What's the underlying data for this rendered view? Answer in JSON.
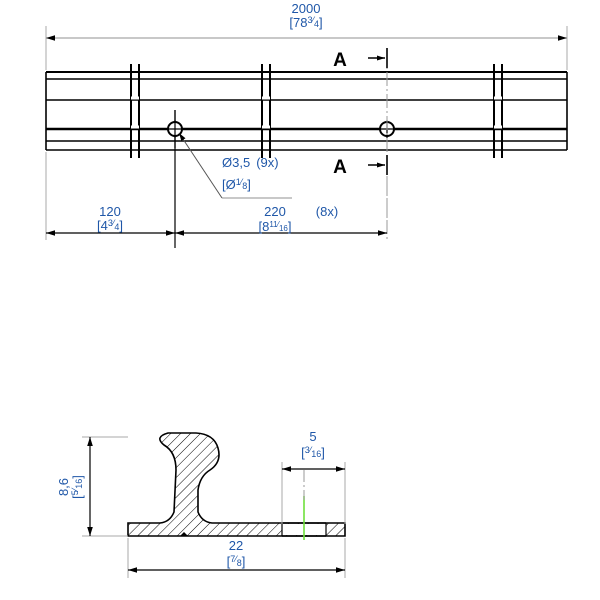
{
  "drawing": {
    "type": "mechanical-engineering-drawing",
    "title": "Rail profile with mounting holes",
    "units_note": "metric with bracketed imperial equivalents",
    "colors": {
      "dimension_text": "#1f57a8",
      "outline": "#000000",
      "dimension_line": "#a8a8a8",
      "center_mark": "#6fe03c",
      "background": "#ffffff"
    }
  },
  "top_view": {
    "overall_length": {
      "metric": "2000",
      "imperial_whole": "78",
      "imperial_num": "3",
      "imperial_den": "4",
      "imperial_full": "[78 3/4]"
    },
    "first_hole_offset": {
      "metric": "120",
      "imperial_whole": "4",
      "imperial_num": "3",
      "imperial_den": "4",
      "imperial_full": "[4 3/4]"
    },
    "hole_pitch": {
      "metric": "220",
      "count": "(8x)",
      "imperial_whole": "8",
      "imperial_num": "11",
      "imperial_den": "16",
      "imperial_full": "[8 11/16]"
    },
    "hole_callout": {
      "metric": "Ø3,5",
      "count": "(9x)",
      "imperial_open": "[Ø",
      "imperial_num": "1",
      "imperial_den": "8",
      "imperial_close": "]",
      "imperial_full": "[Ø 1/8]"
    },
    "section_marker": {
      "letter_top": "A",
      "letter_bottom": "A"
    }
  },
  "section_view": {
    "height": {
      "metric": "8,6",
      "imperial_num": "5",
      "imperial_den": "16",
      "imperial_full": "[5/16]"
    },
    "base_width": {
      "metric": "22",
      "imperial_num": "7",
      "imperial_den": "8",
      "imperial_full": "[7/8]"
    },
    "slot_width": {
      "metric": "5",
      "imperial_num": "3",
      "imperial_den": "16",
      "imperial_full": "[3/16]"
    }
  }
}
